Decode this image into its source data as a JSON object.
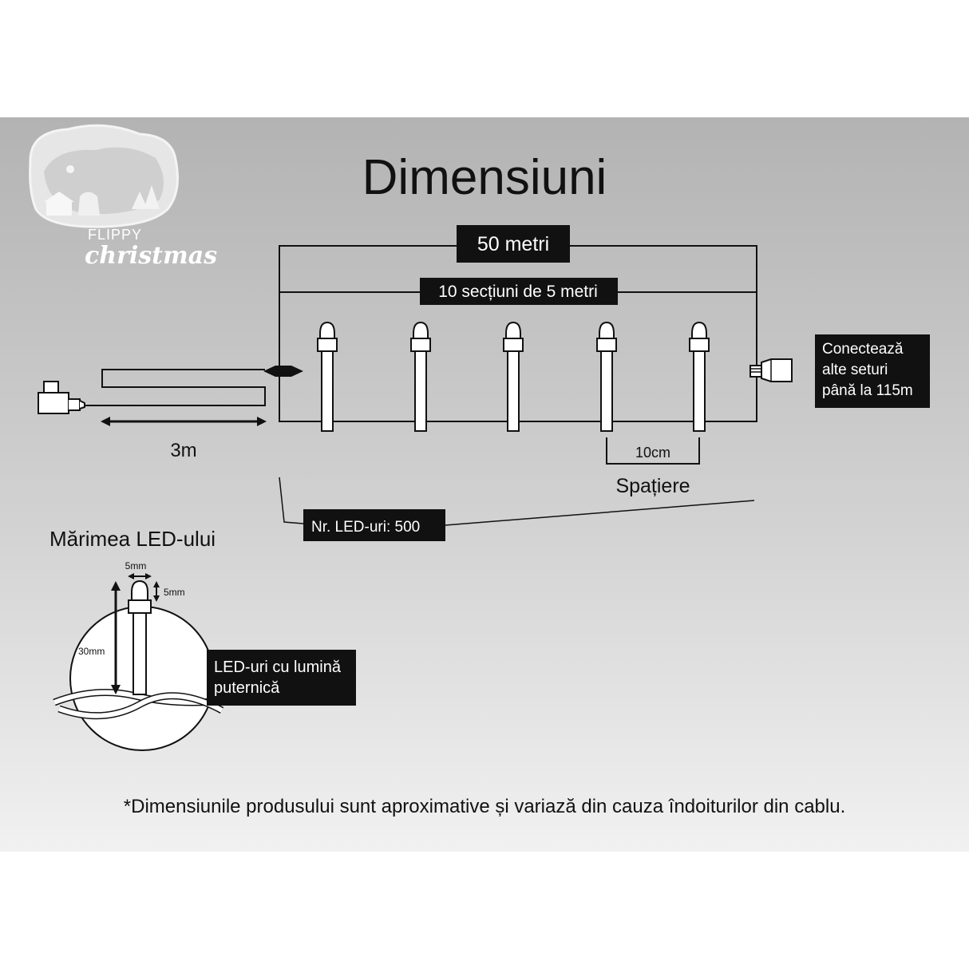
{
  "title": "Dimensiuni",
  "brand": {
    "line1": "FLIPPY",
    "line2": "christmas"
  },
  "labels": {
    "total_length": "50 metri",
    "sections": "10 secțiuni de 5 metri",
    "connect": [
      "Conectează",
      "alte seturi",
      "până la 115m"
    ],
    "lead_cable": "3m",
    "spacing_value": "10cm",
    "spacing_label": "Spațiere",
    "led_count": "Nr. LED-uri: 500",
    "led_size_title": "Mărimea LED-ului",
    "width_dim": "5mm",
    "head_dim": "5mm",
    "height_dim": "30mm",
    "bright": [
      "LED-uri cu lumină",
      "puternică"
    ],
    "footnote": "*Dimensiunile produsului sunt aproximative și variază din cauza îndoiturilor din cablu."
  },
  "colors": {
    "tag_bg": "#111111",
    "line": "#111111",
    "led_fill": "#ffffff"
  }
}
